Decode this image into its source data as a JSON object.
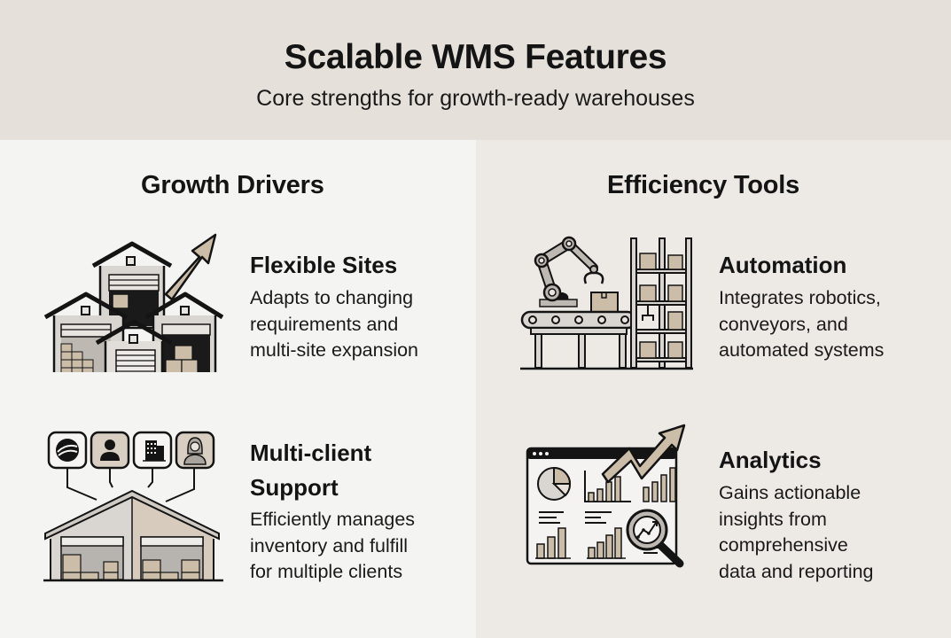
{
  "header": {
    "title": "Scalable WMS Features",
    "subtitle": "Core strengths for growth-ready warehouses"
  },
  "columns": [
    {
      "title": "Growth Drivers",
      "features": [
        {
          "icon": "warehouses-growth-icon",
          "title_lines": [
            "Flexible Sites"
          ],
          "desc_lines": [
            "Adapts to changing",
            "requirements and",
            "multi-site expansion"
          ]
        },
        {
          "icon": "multi-client-warehouse-icon",
          "title_lines": [
            "Multi-client",
            "Support"
          ],
          "desc_lines": [
            "Efficiently manages",
            "inventory and fulfill",
            "for multiple clients"
          ]
        }
      ]
    },
    {
      "title": "Efficiency Tools",
      "features": [
        {
          "icon": "robotic-arm-conveyor-icon",
          "title_lines": [
            "Automation"
          ],
          "desc_lines": [
            "Integrates robotics,",
            "conveyors, and",
            "automated systems"
          ]
        },
        {
          "icon": "analytics-dashboard-icon",
          "title_lines": [
            "Analytics"
          ],
          "desc_lines": [
            "Gains actionable",
            "insights from",
            "comprehensive",
            "data and reporting"
          ]
        }
      ]
    }
  ],
  "colors": {
    "header_bg": "#e5e0da",
    "left_bg": "#f4f4f3",
    "right_bg": "#ede9e4",
    "accent_tan": "#cbbda8",
    "line_dark": "#141414",
    "grey_fill": "#d9d6d1"
  }
}
